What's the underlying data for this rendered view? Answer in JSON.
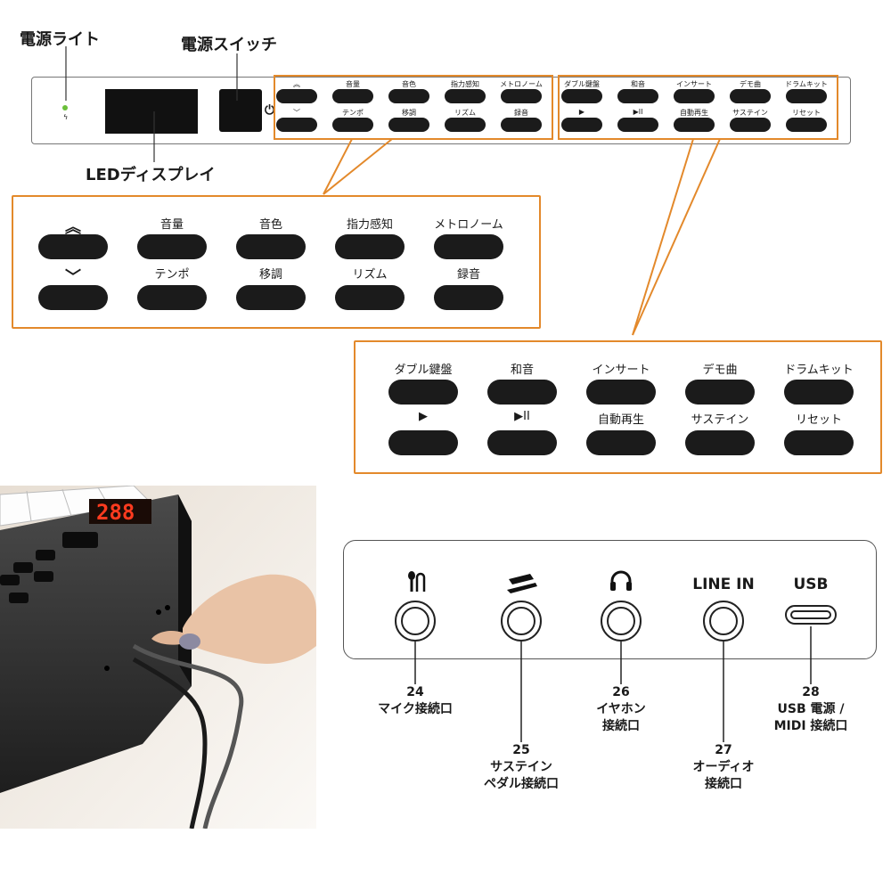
{
  "callouts": {
    "power_light": "電源ライト",
    "power_switch": "電源スイッチ",
    "led_display": "LEDディスプレイ"
  },
  "panel_left_group": {
    "top_labels": [
      "︽",
      "音量",
      "音色",
      "指力感知",
      "メトロノーム"
    ],
    "bottom_labels": [
      "﹀",
      "テンポ",
      "移調",
      "リズム",
      "録音"
    ]
  },
  "panel_right_group": {
    "top_labels": [
      "ダブル鍵盤",
      "和音",
      "インサート",
      "デモ曲",
      "ドラムキット"
    ],
    "bottom_labels": [
      "▶",
      "▶II",
      "自動再生",
      "サステイン",
      "リセット"
    ]
  },
  "led_digits": "288",
  "ports": [
    {
      "icon": "microphone-icon",
      "top": "",
      "label": "24\nマイク接続口"
    },
    {
      "icon": "pedal-icon",
      "top": "",
      "label": "25\nサステイン\nペダル接続口"
    },
    {
      "icon": "headphone-icon",
      "top": "",
      "label": "26\nイヤホン\n接続口"
    },
    {
      "icon": "line-in",
      "top": "LINE IN",
      "label": "27\nオーディオ\n接続口"
    },
    {
      "icon": "usb",
      "top": "USB",
      "label": "28\nUSB 電源 /\nMIDI 接続口"
    }
  ],
  "colors": {
    "accent": "#e3892b",
    "led": "#ff3b1f",
    "power_light": "#6bbf3a"
  }
}
